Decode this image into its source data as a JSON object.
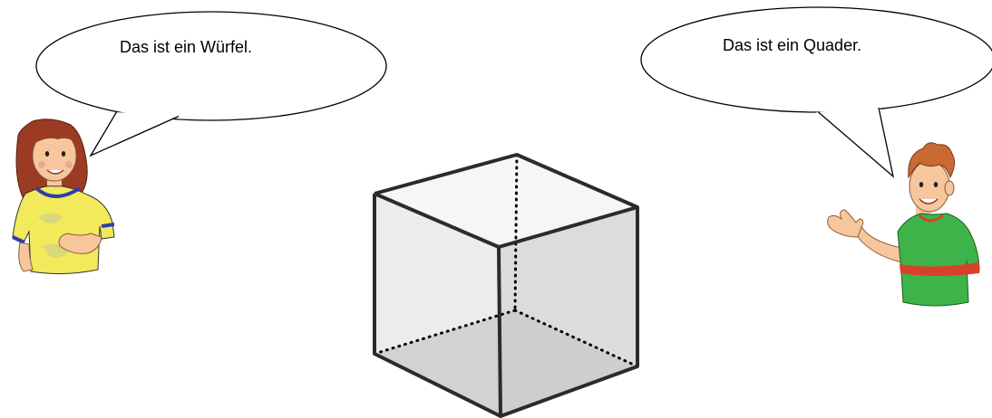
{
  "speech": {
    "left": "Das ist ein Würfel.",
    "right": "Das ist ein Quader."
  },
  "characters": {
    "left": "girl-in-yellow-shirt",
    "right": "boy-in-green-shirt"
  },
  "object": "cube-with-hidden-edges",
  "colors": {
    "outline": "#000000",
    "girl_shirt": "#f2ea5a",
    "girl_hair": "#9b3b24",
    "boy_shirt": "#3db34a",
    "boy_stripe": "#d9402a",
    "boy_hair": "#c86a32",
    "skin": "#f6c79c",
    "cube_front": "#ececec",
    "cube_right": "#dcdcdc",
    "cube_top": "#f6f6f6",
    "cube_bottom": "#c8c8c8"
  }
}
